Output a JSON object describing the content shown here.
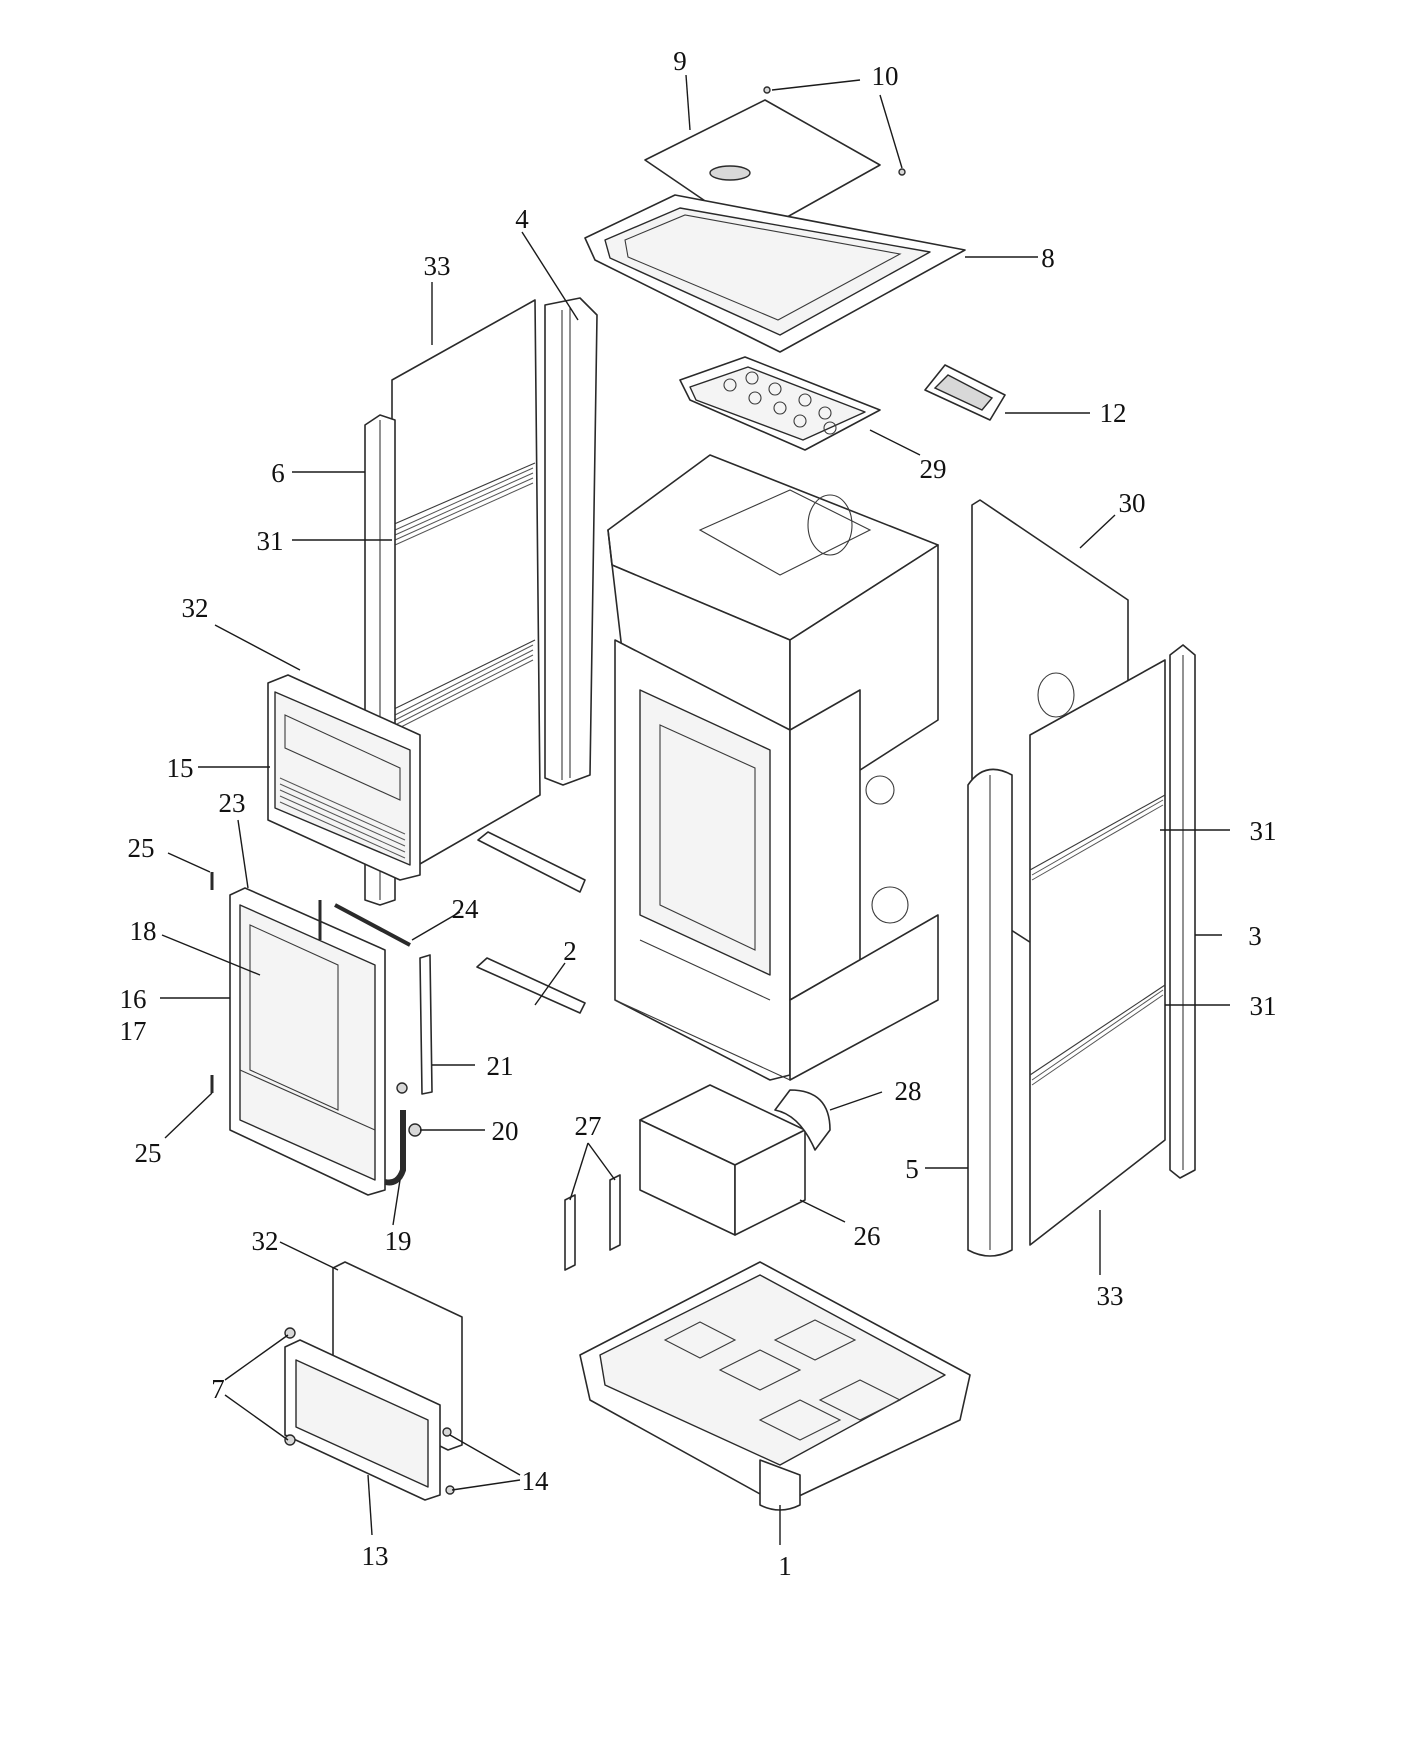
{
  "callouts": [
    {
      "id": "c9",
      "label": "9"
    },
    {
      "id": "c10",
      "label": "10"
    },
    {
      "id": "c8",
      "label": "8"
    },
    {
      "id": "c4",
      "label": "4"
    },
    {
      "id": "c33a",
      "label": "33"
    },
    {
      "id": "c12",
      "label": "12"
    },
    {
      "id": "c29",
      "label": "29"
    },
    {
      "id": "c6",
      "label": "6"
    },
    {
      "id": "c31a",
      "label": "31"
    },
    {
      "id": "c30",
      "label": "30"
    },
    {
      "id": "c32a",
      "label": "32"
    },
    {
      "id": "c15",
      "label": "15"
    },
    {
      "id": "c31b",
      "label": "31"
    },
    {
      "id": "c23",
      "label": "23"
    },
    {
      "id": "c25a",
      "label": "25"
    },
    {
      "id": "c24",
      "label": "24"
    },
    {
      "id": "c3",
      "label": "3"
    },
    {
      "id": "c18",
      "label": "18"
    },
    {
      "id": "c2",
      "label": "2"
    },
    {
      "id": "c16",
      "label": "16"
    },
    {
      "id": "c17",
      "label": "17"
    },
    {
      "id": "c31c",
      "label": "31"
    },
    {
      "id": "c21",
      "label": "21"
    },
    {
      "id": "c28",
      "label": "28"
    },
    {
      "id": "c25b",
      "label": "25"
    },
    {
      "id": "c20",
      "label": "20"
    },
    {
      "id": "c27",
      "label": "27"
    },
    {
      "id": "c5",
      "label": "5"
    },
    {
      "id": "c26",
      "label": "26"
    },
    {
      "id": "c19",
      "label": "19"
    },
    {
      "id": "c32b",
      "label": "32"
    },
    {
      "id": "c33b",
      "label": "33"
    },
    {
      "id": "c7",
      "label": "7"
    },
    {
      "id": "c14",
      "label": "14"
    },
    {
      "id": "c13",
      "label": "13"
    },
    {
      "id": "c1",
      "label": "1"
    }
  ]
}
